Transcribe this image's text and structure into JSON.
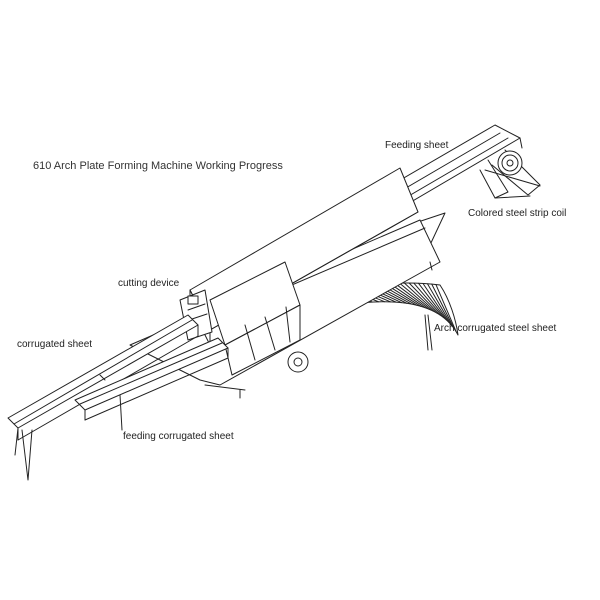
{
  "diagram": {
    "title": "610 Arch Plate Forming Machine Working Progress",
    "labels": {
      "feeding_sheet": "Feeding sheet",
      "colored_steel_strip_coil": "Colored steel strip coil",
      "cutting_device": "cutting device",
      "corrugated_sheet": "corrugated sheet",
      "arch_corrugated_steel_sheet": "Arch corrugated steel sheet",
      "feeding_corrugated_sheet": "feeding corrugated sheet"
    }
  }
}
